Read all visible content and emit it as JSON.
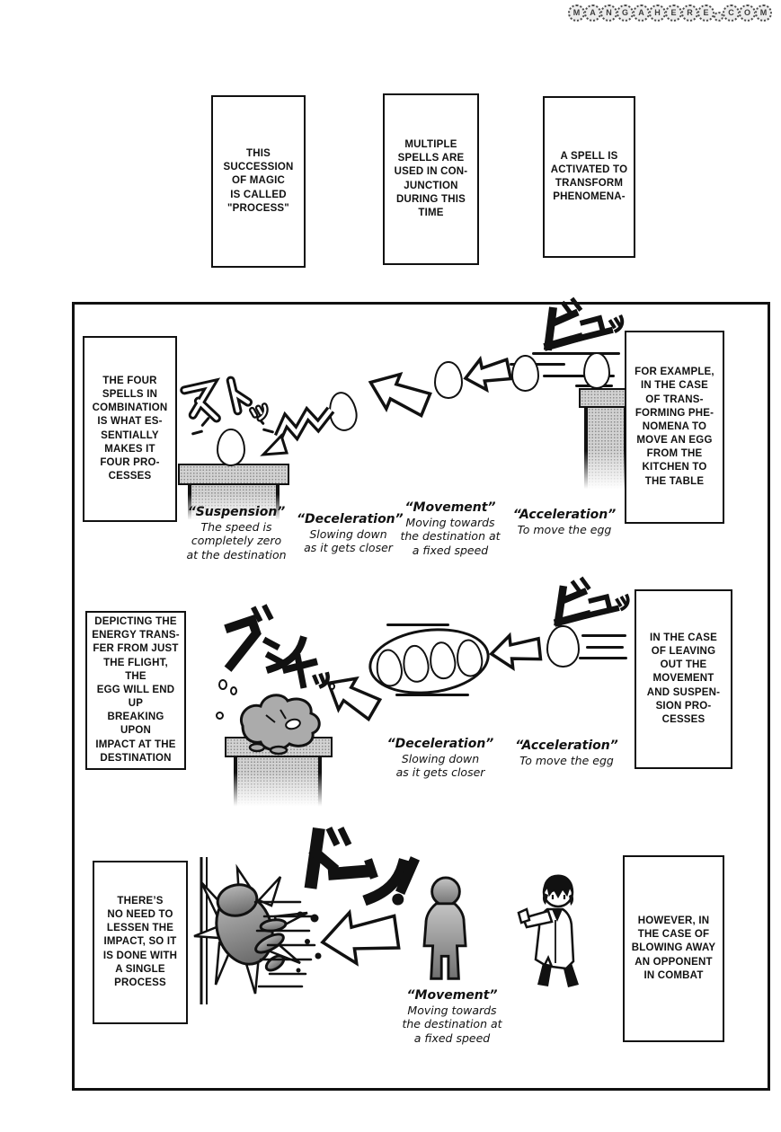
{
  "logo": {
    "text": "MANGAHERE.COM"
  },
  "captions": {
    "top_process": "THIS\nSUCCESSION\nOF MAGIC\nIS CALLED\n\"PROCESS\"",
    "top_multiple": "MULTIPLE\nSPELLS ARE\nUSED IN CON-\nJUNCTION\nDURING THIS\nTIME",
    "top_spell": "A SPELL IS\nACTIVATED TO\nTRANSFORM\nPHENOMENA-",
    "r1_right": "FOR EXAMPLE,\nIN THE CASE\nOF TRANS-\nFORMING PHE-\nNOMENA TO\nMOVE AN EGG\nFROM THE\nKITCHEN TO\nTHE TABLE",
    "r1_left": "THE FOUR\nSPELLS IN\nCOMBINATION\nIS WHAT ES-\nSENTIALLY\nMAKES IT\nFOUR PRO-\nCESSES",
    "r2_right": "IN THE CASE\nOF LEAVING\nOUT THE\nMOVEMENT\nAND SUSPEN-\nSION PRO-\nCESSES",
    "r2_left": "DEPICTING THE\nENERGY TRANS-\nFER FROM JUST\nTHE FLIGHT, THE\nEGG WILL END UP\nBREAKING UPON\nIMPACT AT THE\nDESTINATION",
    "r3_right": "HOWEVER, IN\nTHE CASE OF\nBLOWING AWAY\nAN OPPONENT\nIN COMBAT",
    "r3_left": "THERE’S\nNO NEED TO\nLESSEN THE\nIMPACT, SO IT\nIS DONE WITH\nA SINGLE\nPROCESS"
  },
  "labels": {
    "r1_suspension": {
      "title": "“Suspension”",
      "desc": "The speed is\ncompletely zero\nat the destination"
    },
    "r1_deceleration": {
      "title": "“Deceleration”",
      "desc": "Slowing down\nas it gets closer"
    },
    "r1_movement": {
      "title": "“Movement”",
      "desc": "Moving towards\nthe destination at\na fixed speed"
    },
    "r1_acceleration": {
      "title": "“Acceleration”",
      "desc": "To move the egg"
    },
    "r2_deceleration": {
      "title": "“Deceleration”",
      "desc": "Slowing down\nas it gets closer"
    },
    "r2_acceleration": {
      "title": "“Acceleration”",
      "desc": "To move the egg"
    },
    "r3_movement": {
      "title": "“Movement”",
      "desc": "Moving towards\nthe destination at\na fixed speed"
    }
  },
  "sfx": {
    "byu_row1": "ビュッ",
    "suto": "ストッ",
    "byu_row2": "ビュッ",
    "gusha": "グシャッ",
    "don": "ドーン!"
  }
}
